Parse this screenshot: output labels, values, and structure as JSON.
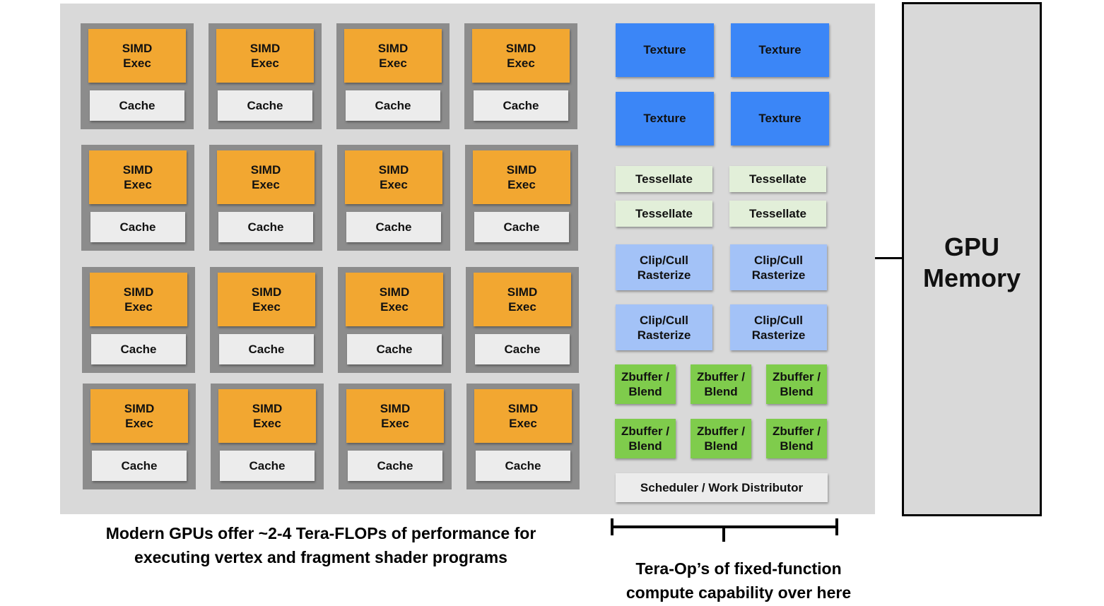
{
  "simd_core": {
    "exec_label": "SIMD\nExec",
    "cache_label": "Cache"
  },
  "fixed_function": {
    "texture": [
      "Texture",
      "Texture",
      "Texture",
      "Texture"
    ],
    "tessellate": [
      "Tessellate",
      "Tessellate",
      "Tessellate",
      "Tessellate"
    ],
    "clip_cull": [
      "Clip/Cull\nRasterize",
      "Clip/Cull\nRasterize",
      "Clip/Cull\nRasterize",
      "Clip/Cull\nRasterize"
    ],
    "zbuffer": [
      "Zbuffer /\nBlend",
      "Zbuffer /\nBlend",
      "Zbuffer /\nBlend",
      "Zbuffer /\nBlend",
      "Zbuffer /\nBlend",
      "Zbuffer /\nBlend"
    ],
    "scheduler": "Scheduler / Work Distributor"
  },
  "memory": {
    "label": "GPU\nMemory"
  },
  "captions": {
    "shader": "Modern GPUs offer ~2-4 Tera-FLOPs of performance for\nexecuting vertex and fragment shader programs",
    "fixed": "Tera-Op’s of fixed-function\ncompute capability over here"
  },
  "colors": {
    "simd": "#f2a731",
    "cache": "#ececec",
    "texture": "#3b86f7",
    "tessellate": "#e2efd9",
    "clip_cull": "#a3c2f7",
    "zbuffer": "#7fcc4c",
    "chip_background": "#d9d9d9",
    "core_frame": "#8c8c8c"
  }
}
